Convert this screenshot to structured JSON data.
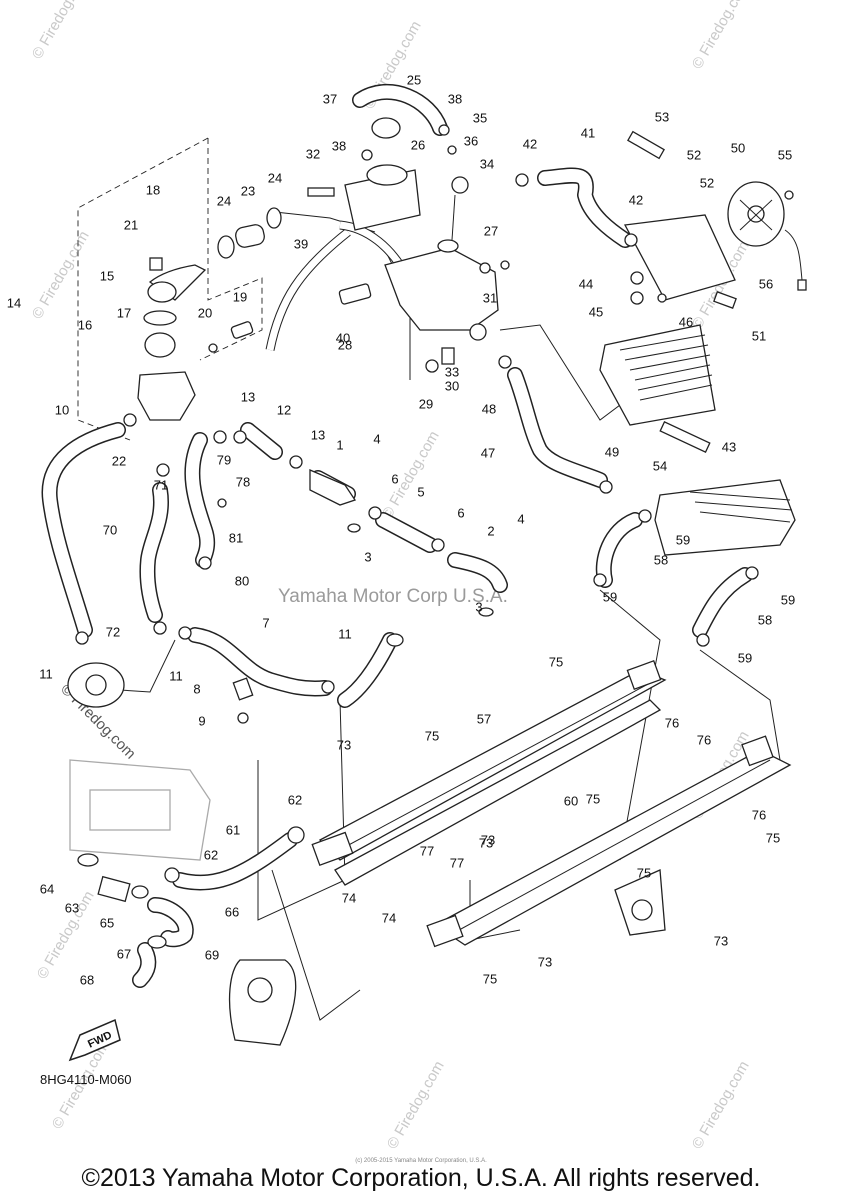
{
  "watermarks": {
    "site": "© Firedog.com",
    "center": "Yamaha Motor Corp U.S.A."
  },
  "diagram_code": "8HG4110-M060",
  "fwd_label": "FWD",
  "fine_print": "(c) 2005-2015 Yamaha Motor Corporation, U.S.A.",
  "copyright": "©2013 Yamaha Motor Corporation, U.S.A. All rights reserved.",
  "callouts": [
    "1",
    "2",
    "3",
    "3",
    "4",
    "4",
    "5",
    "6",
    "6",
    "7",
    "8",
    "9",
    "10",
    "11",
    "11",
    "11",
    "12",
    "13",
    "13",
    "14",
    "15",
    "16",
    "17",
    "18",
    "19",
    "20",
    "21",
    "22",
    "23",
    "24",
    "24",
    "25",
    "26",
    "27",
    "28",
    "29",
    "30",
    "31",
    "32",
    "33",
    "34",
    "35",
    "36",
    "37",
    "38",
    "38",
    "39",
    "40",
    "41",
    "42",
    "42",
    "43",
    "44",
    "45",
    "46",
    "47",
    "48",
    "49",
    "50",
    "51",
    "52",
    "52",
    "53",
    "54",
    "55",
    "56",
    "57",
    "58",
    "58",
    "59",
    "59",
    "59",
    "59",
    "60",
    "61",
    "62",
    "62",
    "63",
    "64",
    "65",
    "66",
    "67",
    "68",
    "69",
    "70",
    "71",
    "72",
    "73",
    "73",
    "73",
    "73",
    "73",
    "74",
    "74",
    "75",
    "75",
    "75",
    "75",
    "75",
    "75",
    "76",
    "76",
    "76",
    "77",
    "77",
    "78",
    "79",
    "80",
    "81"
  ]
}
